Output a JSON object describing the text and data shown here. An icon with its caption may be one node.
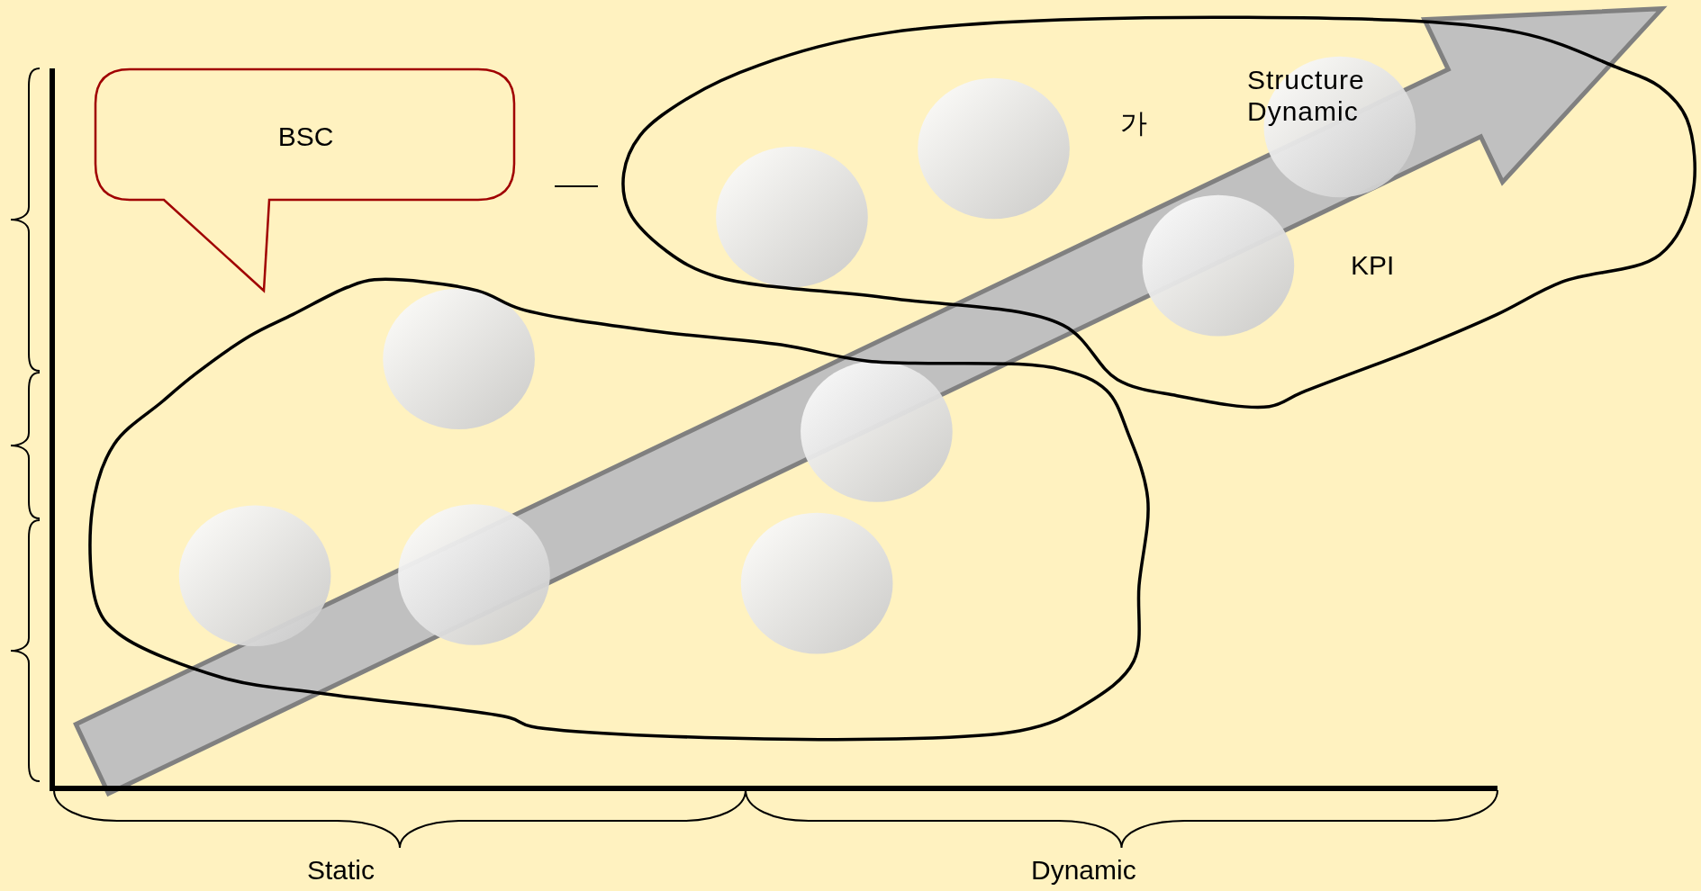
{
  "diagram": {
    "nodes": [
      {
        "text": [
          "BSC"
        ]
      },
      {
        "text": [],
        "shape": "circle"
      },
      {
        "text": [],
        "shape": "circle"
      },
      {
        "text": [],
        "shape": "circle"
      },
      {
        "text": [],
        "shape": "circle"
      },
      {
        "text": [],
        "shape": "circle"
      },
      {
        "text": [],
        "shape": "circle"
      },
      {
        "text": [],
        "shape": "circle"
      },
      {
        "text": [],
        "shape": "circle"
      },
      {
        "text": [],
        "shape": "circle"
      }
    ],
    "labels": [
      "가",
      "Structure Dynamic",
      "KPI",
      "Static",
      "Dynamic"
    ]
  }
}
